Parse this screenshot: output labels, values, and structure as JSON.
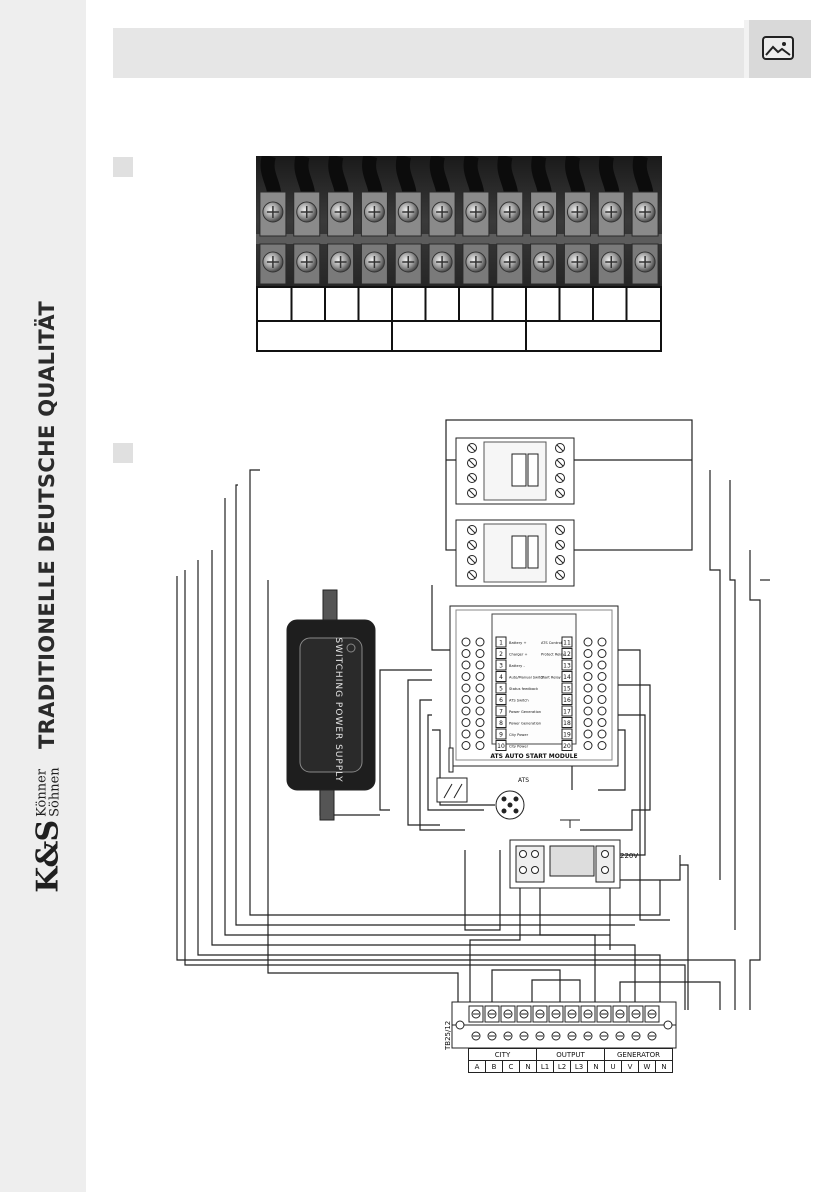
{
  "sidebar": {
    "slogan": "TRADITIONELLE DEUTSCHE QUALITÄT",
    "logo": {
      "mark": "K&S",
      "name_top": "Könner",
      "amp": "&",
      "name_bottom": "Söhnen"
    }
  },
  "header": {
    "image_icon": "image-icon"
  },
  "diagram": {
    "module": {
      "title": "ATS AUTO START MODULE",
      "left_terminals": [
        {
          "num": "1",
          "label": "Battery +"
        },
        {
          "num": "2",
          "label": "Charger +"
        },
        {
          "num": "3",
          "label": "Battery -"
        },
        {
          "num": "4",
          "label": "Auto/Manual Switch"
        },
        {
          "num": "5",
          "label": "Status feedback"
        },
        {
          "num": "6",
          "label": "ATS Switch"
        },
        {
          "num": "7",
          "label": "Power Generation"
        },
        {
          "num": "8",
          "label": "Power Generation"
        },
        {
          "num": "9",
          "label": "City Power"
        },
        {
          "num": "10",
          "label": "City Power"
        }
      ],
      "right_terminals": [
        {
          "num": "11",
          "label": "ATS Control"
        },
        {
          "num": "12",
          "label": "Protect Relay"
        },
        {
          "num": "13",
          "label": ""
        },
        {
          "num": "14",
          "label": "Start Relay"
        },
        {
          "num": "15",
          "label": ""
        },
        {
          "num": "16",
          "label": ""
        },
        {
          "num": "17",
          "label": ""
        },
        {
          "num": "18",
          "label": ""
        },
        {
          "num": "19",
          "label": ""
        },
        {
          "num": "20",
          "label": ""
        }
      ]
    },
    "power_supply": "SWITCHING POWER SUPPLY",
    "ats_label": "ATS",
    "relay_voltage": "220V",
    "terminal_block_id": "TB25/12",
    "groups": [
      "CITY",
      "OUTPUT",
      "GENERATOR"
    ],
    "terminals": [
      "A",
      "B",
      "C",
      "N",
      "L1",
      "L2",
      "L3",
      "N",
      "U",
      "V",
      "W",
      "N"
    ]
  },
  "colors": {
    "sidebar_bg": "#eeeeee",
    "header_bg": "#e6e6e6",
    "line": "#222222"
  }
}
